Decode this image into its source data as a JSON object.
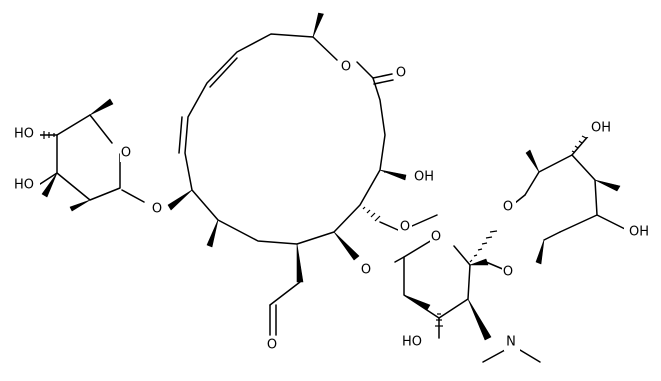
{
  "atoms": {
    "ho_a": "HO",
    "ho_b": "HO",
    "o_sugar1_ring": "O",
    "o_sugar1_link": "O",
    "o_lactone_ring": "O",
    "o_lactone_carbonyl": "O",
    "oh_c": "OH",
    "o_methoxy": "O",
    "o_sugar2_ring": "O",
    "o_sugar2_link": "O",
    "ho_d": "HO",
    "n_dimethylamino": "N",
    "o_sugar3_ring": "O",
    "o_sugar3_link": "O",
    "oh_e": "OH",
    "oh_f": "OH",
    "o_aldehyde": "O"
  }
}
